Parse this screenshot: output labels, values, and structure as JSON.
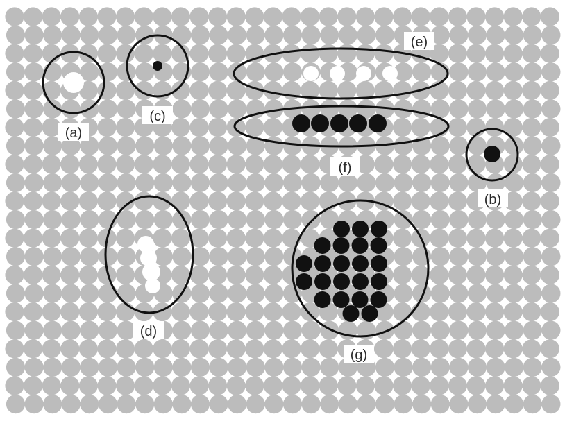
{
  "labels": {
    "a": "(a)",
    "b": "(b)",
    "c": "(c)",
    "d": "(d)",
    "e": "(e)",
    "f": "(f)",
    "g": "(g)"
  },
  "colors": {
    "host_atom": "#bcbcbc",
    "solute_atom": "#111111",
    "outline": "#111111",
    "background": "#ffffff"
  }
}
